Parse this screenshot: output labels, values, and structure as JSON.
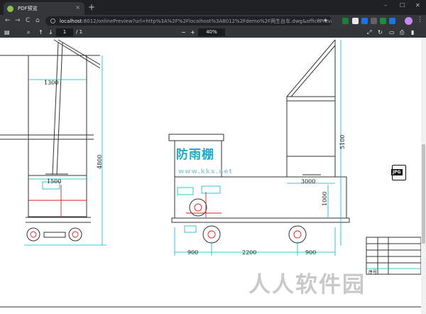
{
  "browser": {
    "tab_title": "PDF预览",
    "tab_close": "×",
    "new_tab": "+",
    "window_controls": [
      "–",
      "☐",
      "✕"
    ],
    "url_host": "localhost",
    "url_rest": ":8012/onlinePreview?url=http%3A%2F%2Flocalhost%3A8012%2Fdemo%2F两生台车.dwg&officePrevie...",
    "nav": {
      "back": "←",
      "forward": "→",
      "reload": "C",
      "home": "⌂"
    },
    "omni_icons": "☆ ★"
  },
  "pdf_toolbar": {
    "sidebar_icon": "▤",
    "search_icon": "⌕",
    "prev_icon": "↑",
    "next_icon": "↓",
    "page_current": "1",
    "page_total": "/ 1",
    "zoom_out": "−",
    "zoom_in": "+",
    "zoom_value": "40%",
    "fit_icon": "⤢",
    "rotate_icon": "↻",
    "open_icon": "▭",
    "print_icon": "⎙",
    "bookmark_icon": "▮"
  },
  "drawing": {
    "dims": {
      "d1300": "1300",
      "d1500": "1500",
      "d4800": "4800",
      "d3000": "3000",
      "d5100": "5100",
      "d1000": "1000",
      "d900a": "900",
      "d2200": "2200",
      "d900b": "900"
    },
    "title_block_label": "序号"
  },
  "watermarks": {
    "brand_cn": "防雨棚",
    "brand_url": "www.kkx.net",
    "site_cn": "人人软件园"
  },
  "badge": "JPG",
  "colors": {
    "tabbar_bg": "#202124",
    "toolbar_bg": "#35363a",
    "pdf_toolbar_bg": "#323639",
    "drawing_line": "#333333",
    "drawing_cyan": "#00b8c8",
    "drawing_red": "#e02020"
  }
}
